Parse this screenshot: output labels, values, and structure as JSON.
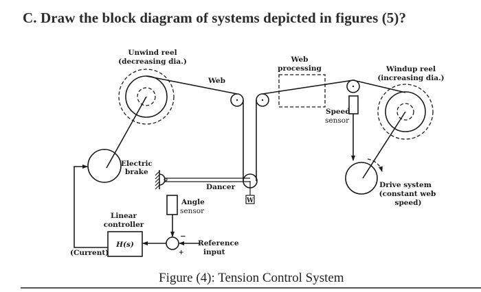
{
  "question": "C.  Draw the block diagram of systems depicted in figures (5)?",
  "caption": "Figure (4): Tension Control System",
  "diagram": {
    "unwind_reel": {
      "line1": "Unwind reel",
      "line2": "(decreasing dia.)"
    },
    "web": "Web",
    "web_processing": {
      "line1": "Web",
      "line2": "processing"
    },
    "windup_reel": {
      "line1": "Windup reel",
      "line2": "(increasing dia.)"
    },
    "speed_sensor": {
      "line1": "Speed",
      "line2": "sensor"
    },
    "electric_brake": {
      "line1": "Electric",
      "line2": "brake"
    },
    "dancer": "Dancer",
    "weight": "W",
    "angle_sensor": {
      "line1": "Angle",
      "line2": "sensor"
    },
    "linear_controller": {
      "line1": "Linear",
      "line2": "controller"
    },
    "controller_tf": "H(s)",
    "current": "(Current)",
    "reference_input": {
      "line1": "Reference",
      "line2": "input"
    },
    "minus_sign": "−",
    "plus_sign": "+",
    "drive_system": {
      "line1": "Drive system",
      "line2": "(constant web",
      "line3": "speed)"
    }
  }
}
